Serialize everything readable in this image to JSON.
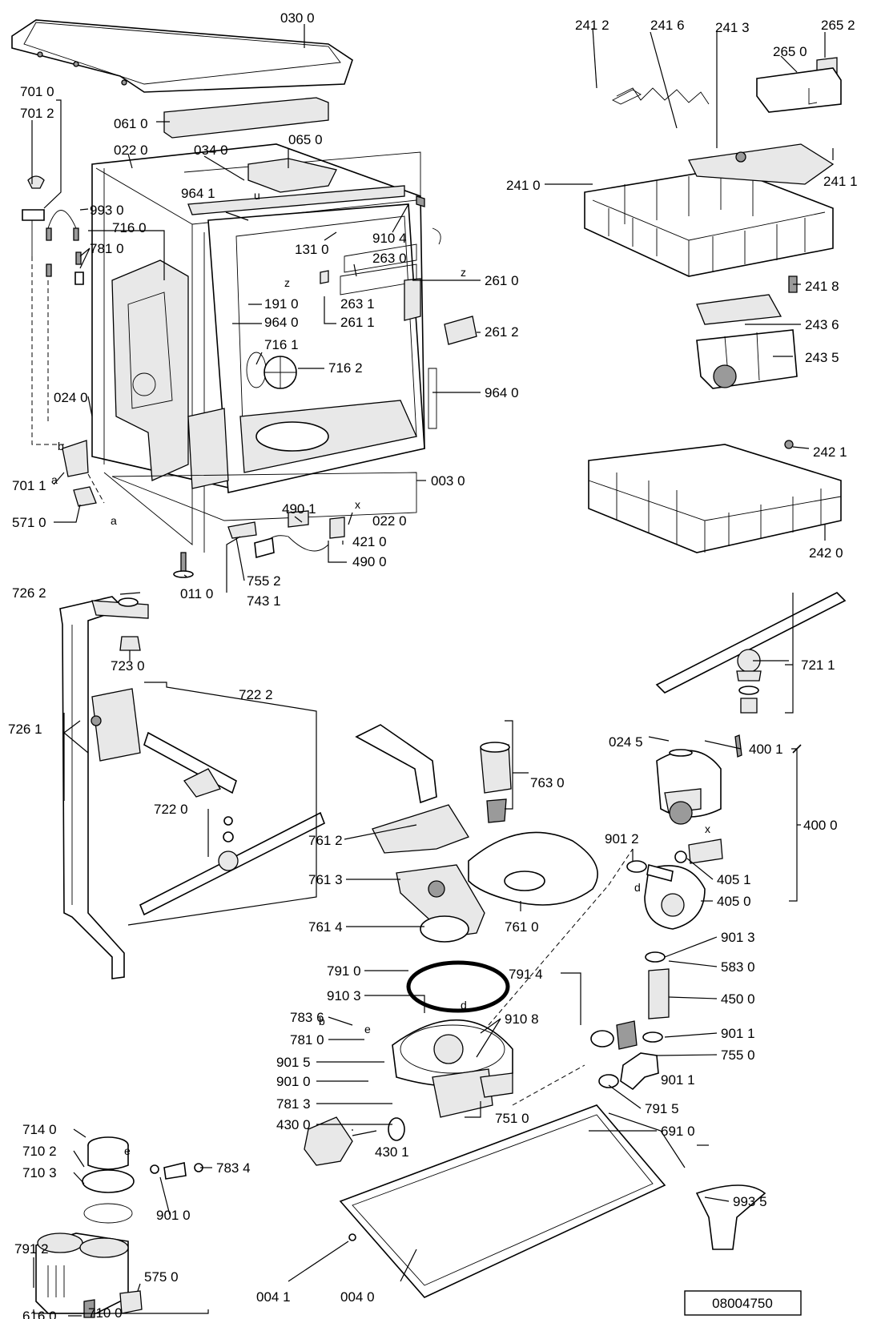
{
  "diagram": {
    "reference_number": "08004750",
    "part_labels": {
      "p0300": "030 0",
      "p0610": "061 0",
      "p0650": "065 0",
      "p0340": "034 0",
      "p0220a": "022 0",
      "p7010": "701 0",
      "p7012": "701 2",
      "p9930": "993 0",
      "p7160": "716 0",
      "p7810a": "781 0",
      "p9641": "964 1",
      "p1310": "131 0",
      "p9104": "910 4",
      "p2630": "263 0",
      "p2610": "261 0",
      "p1910": "191 0",
      "p9640a": "964 0",
      "p2631": "263 1",
      "p2611": "261 1",
      "p2612": "261 2",
      "p7161": "716 1",
      "p7162": "716 2",
      "p9640b": "964 0",
      "p0240": "024 0",
      "p7011": "701 1",
      "p5710": "571 0",
      "p0030": "003 0",
      "p4901": "490 1",
      "p0220b": "022 0",
      "p4210": "421 0",
      "p4900": "490 0",
      "p0110": "011 0",
      "p7552": "755 2",
      "p7431": "743 1",
      "p2412": "241 2",
      "p2416": "241 6",
      "p2413": "241 3",
      "p2652": "265 2",
      "p2650": "265 0",
      "p2411": "241 1",
      "p2410": "241 0",
      "p2418": "241 8",
      "p2436": "243 6",
      "p2435": "243 5",
      "p2421": "242 1",
      "p2420": "242 0",
      "p7262": "726 2",
      "p7230": "723 0",
      "p7222": "722 2",
      "p7261": "726 1",
      "p7220": "722 0",
      "p7211": "721 1",
      "p7630": "763 0",
      "p0245": "024 5",
      "p4001": "400 1",
      "p4000": "400 0",
      "p7612": "761 2",
      "p9012": "901 2",
      "p7613": "761 3",
      "p4051": "405 1",
      "p4050": "405 0",
      "p7614": "761 4",
      "p7610": "761 0",
      "p9013": "901 3",
      "p7910": "791 0",
      "p7914": "791 4",
      "p5830": "583 0",
      "p4500": "450 0",
      "p9103": "910 3",
      "p9108": "910 8",
      "p7836": "783 6",
      "p7810b": "781 0",
      "p9011a": "901 1",
      "p7550": "755 0",
      "p9015": "901 5",
      "p9010a": "901 0",
      "p7813": "781 3",
      "p9011b": "901 1",
      "p7915": "791 5",
      "p4300": "430 0",
      "p7510": "751 0",
      "p6910": "691 0",
      "p4301": "430 1",
      "p7140": "714 0",
      "p7102": "710 2",
      "p7103": "710 3",
      "p7834": "783 4",
      "p9935": "993 5",
      "p9010b": "901 0",
      "p7912": "791 2",
      "p5750": "575 0",
      "p6160": "616 0",
      "p7100": "710 0",
      "p0041": "004 1",
      "p0040": "004 0"
    },
    "callout_letters": {
      "z1": "z",
      "z2": "z",
      "u": "u",
      "b1": "b",
      "a1": "a",
      "a2": "a",
      "x1": "x",
      "x2": "x",
      "d1": "d",
      "d2": "d",
      "b2": "b",
      "e1": "e",
      "e2": "e"
    },
    "icons": [
      "screw-icon",
      "hose-icon",
      "spring-icon",
      "basket-icon",
      "spray-arm-icon",
      "pump-icon",
      "filter-icon"
    ]
  }
}
